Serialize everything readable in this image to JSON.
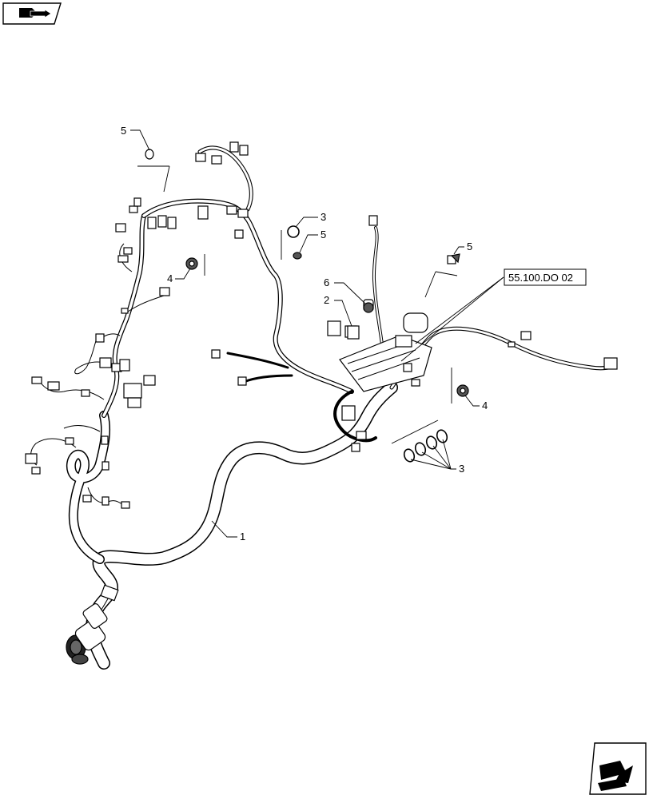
{
  "nav": {
    "top_left_icon": "page-back-arrow-icon",
    "bottom_right_icon": "page-next-arrow-icon"
  },
  "reference": {
    "text": "55.100.DO 02"
  },
  "callouts": {
    "c1": "1",
    "c2": "2",
    "c3_top": "3",
    "c3_bottom": "3",
    "c4_left": "4",
    "c4_right": "4",
    "c5_top": "5",
    "c5_mid": "5",
    "c5_right": "5",
    "c6": "6"
  }
}
